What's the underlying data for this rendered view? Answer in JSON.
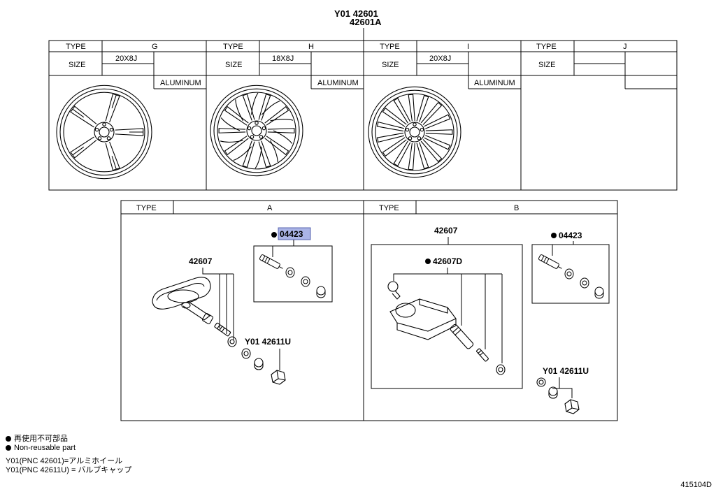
{
  "header": {
    "code_line1": "Y01 42601",
    "code_line2": "42601A"
  },
  "wheel_table": {
    "label_type": "TYPE",
    "label_size": "SIZE",
    "columns": [
      {
        "type": "G",
        "size": "20X8J",
        "material": "ALUMINUM"
      },
      {
        "type": "H",
        "size": "18X8J",
        "material": "ALUMINUM"
      },
      {
        "type": "I",
        "size": "20X8J",
        "material": "ALUMINUM"
      },
      {
        "type": "J",
        "size": "",
        "material": ""
      }
    ]
  },
  "sensor_table": {
    "label_type": "TYPE",
    "type_a": "A",
    "type_b": "B",
    "a_parts": {
      "valve_kit": "04423",
      "sensor": "42607",
      "cap": "Y01 42611U"
    },
    "b_parts": {
      "sensor": "42607",
      "sensor_sub": "42607D",
      "valve_kit": "04423",
      "cap": "Y01 42611U"
    }
  },
  "legend": {
    "line1": "再使用不可部品",
    "line2": "Non-reusable part",
    "line3": "Y01(PNC 42601)=アルミホイール",
    "line4": "Y01(PNC 42611U) = バルブキャップ"
  },
  "figure_number": "415104D",
  "colors": {
    "highlight": "#aab4e6",
    "line": "#000000"
  }
}
